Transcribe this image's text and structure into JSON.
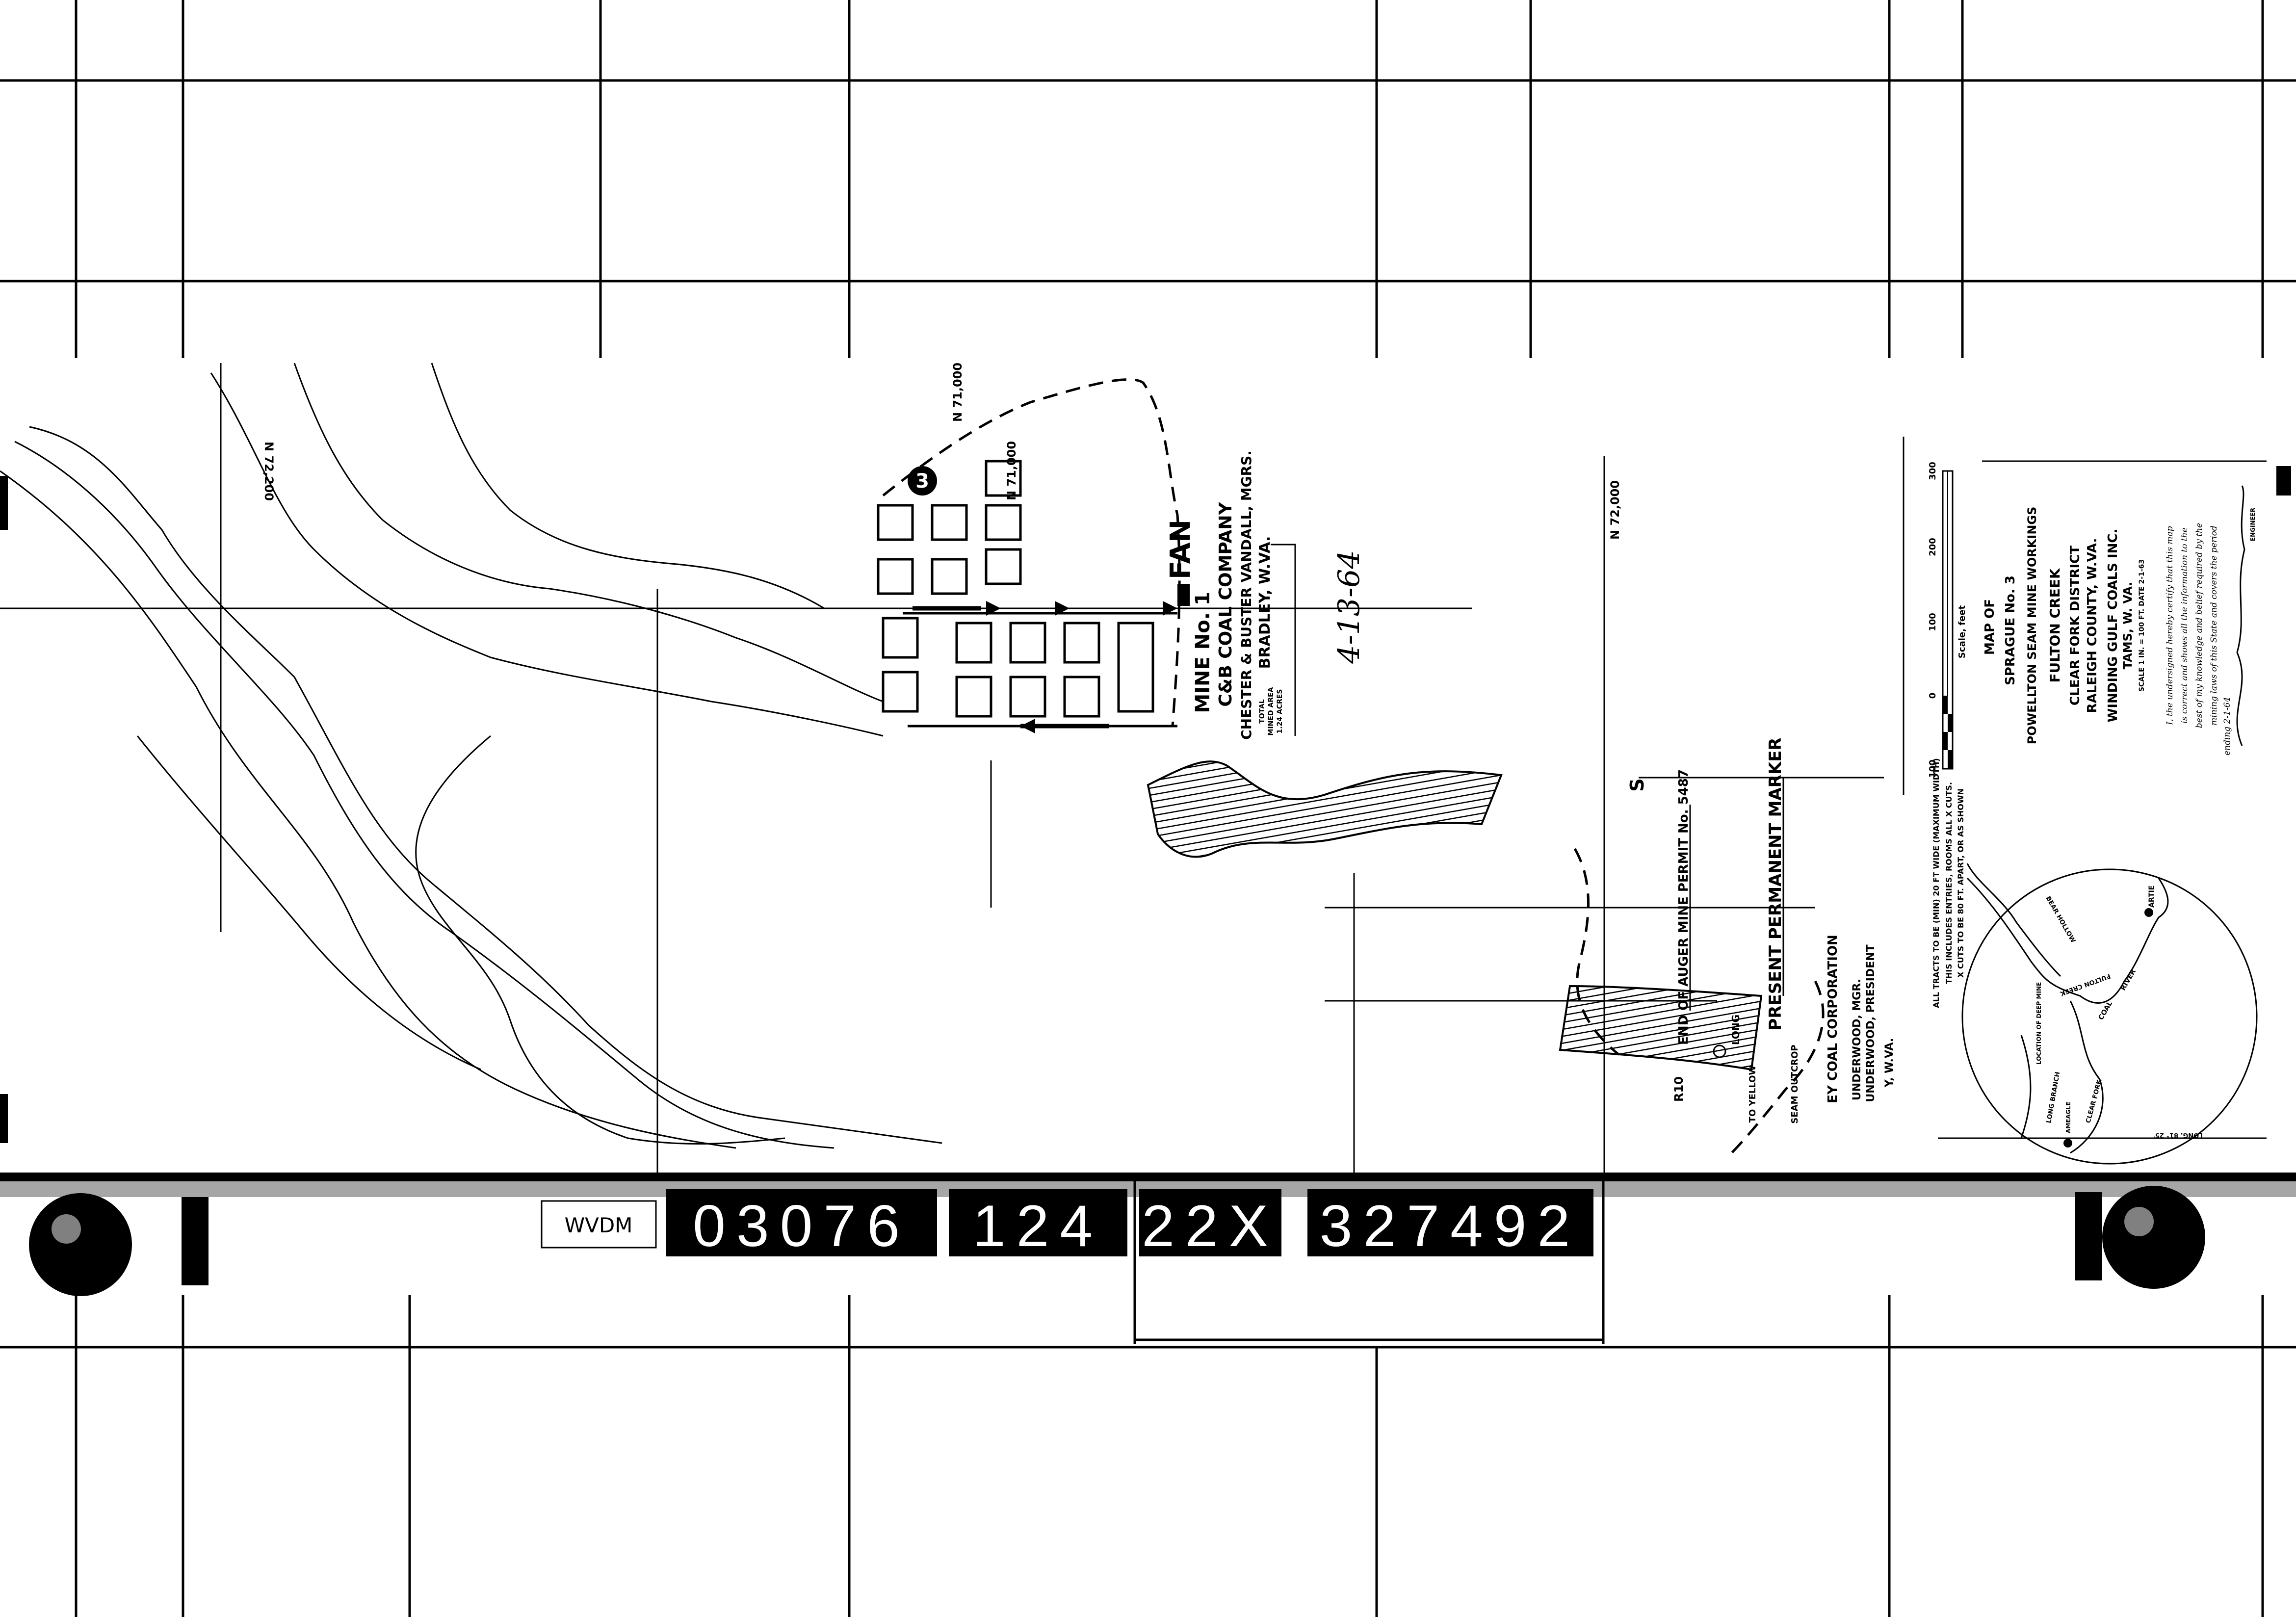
{
  "title_block": {
    "scale_label": "Scale, feet",
    "scale_ticks": [
      "100",
      "0",
      "100",
      "200",
      "300"
    ],
    "map_of": "MAP OF",
    "mine_name": "SPRAGUE No. 3",
    "seam": "POWELLTON SEAM MINE WORKINGS",
    "creek": "FULTON CREEK",
    "district": "CLEAR FORK DISTRICT",
    "county": "RALEIGH COUNTY, W.VA.",
    "company": "WINDING GULF COALS INC.",
    "town": "TAMS, W. VA.",
    "scale_date": "SCALE 1 IN. = 100 FT.   DATE 2-1-63",
    "certification": [
      "I, the undersigned hereby certify that this map",
      "is correct and shows all the information to the",
      "best of my knowledge and belief required by the",
      "mining laws of this State and covers the period",
      "ending 2-1-64"
    ],
    "engineer_label": "ENGINEER"
  },
  "mine_label": {
    "fan": "FAN",
    "mine": "MINE No. 1",
    "company": "C&B COAL COMPANY",
    "managers": "CHESTER & BUSTER VANDALL, MGRS.",
    "location": "BRADLEY, W.VA.",
    "total": "TOTAL",
    "mined_area": "MINED AREA",
    "acres": "1.24 ACRES",
    "handwritten_date": "4-13-64"
  },
  "permit": {
    "end_auger": "END OF AUGER MINE PERMIT No. 5487",
    "marker": "PRESENT PERMANENT MARKER",
    "corporation": "EY COAL CORPORATION",
    "manager": "UNDERWOOD, MGR.",
    "president": "UNDERWOOD, PRESIDENT",
    "place": "Y, W.VA.",
    "long": "LONG",
    "yellow": "TO YELLOW",
    "outcrop": "SEAM OUTCROP",
    "r10": "R10",
    "s_mark": "S"
  },
  "notes": [
    "ALL TRACTS TO BE (MIN) 20 FT WIDE (MAXIMUM WIDTH)",
    "THIS INCLUDES ENTRIES, ROOMS ALL X CUTS.",
    "X CUTS TO BE 80 FT. APART, OR AS SHOWN"
  ],
  "location_map": {
    "artie": "ARTIE",
    "river": "RIVER",
    "coal": "COAL",
    "fulton_creek": "FULTON CREEK",
    "bear_hollow": "BEAR HOLLOW",
    "deep_mine": "LOCATION OF DEEP MINE",
    "long_branch": "LONG BRANCH",
    "ameagle": "AMEAGLE",
    "clear_fork": "CLEAR FORK",
    "longitude": "LONG. 81° 25'"
  },
  "grid_labels": {
    "n71000": "N 71,000",
    "n72000": "N 72,000",
    "n72200": "N 72,200",
    "n71000b": "N 71,000",
    "circle_number": "3"
  },
  "film_id": {
    "prefix": "WVDM",
    "groups": [
      "03076",
      "124",
      "22X",
      "327492"
    ]
  }
}
